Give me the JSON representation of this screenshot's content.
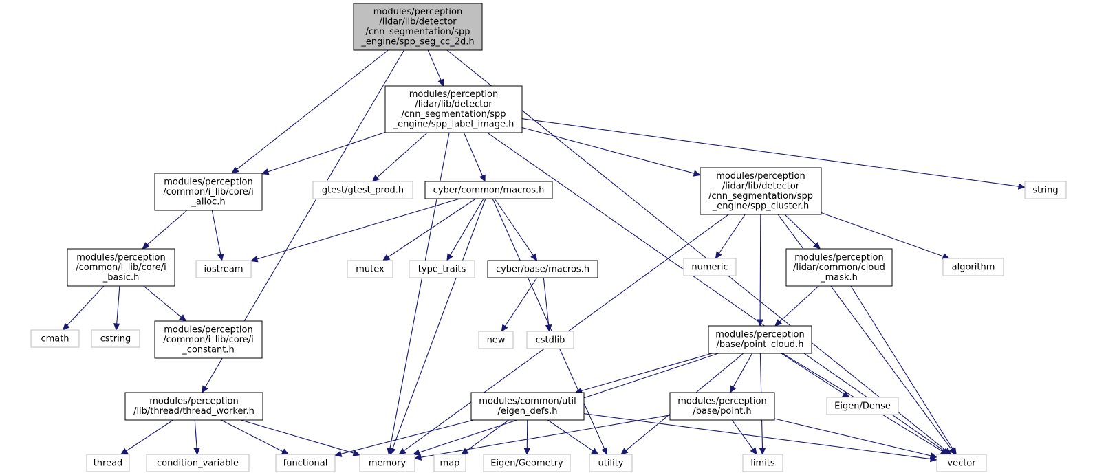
{
  "nodes": {
    "spp_seg_cc_2d": {
      "lines": [
        "modules/perception",
        "/lidar/lib/detector",
        "/cnn_segmentation/spp",
        "_engine/spp_seg_cc_2d.h"
      ],
      "root": true
    },
    "spp_label_image": {
      "lines": [
        "modules/perception",
        "/lidar/lib/detector",
        "/cnn_segmentation/spp",
        "_engine/spp_label_image.h"
      ]
    },
    "i_alloc": {
      "lines": [
        "modules/perception",
        "/common/i_lib/core/i",
        "_alloc.h"
      ]
    },
    "gtest_prod": {
      "lines": [
        "gtest/gtest_prod.h"
      ],
      "ext": true
    },
    "cyber_common_macros": {
      "lines": [
        "cyber/common/macros.h"
      ]
    },
    "spp_cluster": {
      "lines": [
        "modules/perception",
        "/lidar/lib/detector",
        "/cnn_segmentation/spp",
        "_engine/spp_cluster.h"
      ]
    },
    "string": {
      "lines": [
        "string"
      ],
      "ext": true
    },
    "i_basic": {
      "lines": [
        "modules/perception",
        "/common/i_lib/core/i",
        "_basic.h"
      ]
    },
    "iostream": {
      "lines": [
        "iostream"
      ],
      "ext": true
    },
    "mutex": {
      "lines": [
        "mutex"
      ],
      "ext": true
    },
    "type_traits": {
      "lines": [
        "type_traits"
      ],
      "ext": true
    },
    "cyber_base_macros": {
      "lines": [
        "cyber/base/macros.h"
      ]
    },
    "numeric": {
      "lines": [
        "numeric"
      ],
      "ext": true
    },
    "cloud_mask": {
      "lines": [
        "modules/perception",
        "/lidar/common/cloud",
        "_mask.h"
      ]
    },
    "algorithm": {
      "lines": [
        "algorithm"
      ],
      "ext": true
    },
    "cmath": {
      "lines": [
        "cmath"
      ],
      "ext": true
    },
    "cstring": {
      "lines": [
        "cstring"
      ],
      "ext": true
    },
    "i_constant": {
      "lines": [
        "modules/perception",
        "/common/i_lib/core/i",
        "_constant.h"
      ]
    },
    "new": {
      "lines": [
        "new"
      ],
      "ext": true
    },
    "cstdlib": {
      "lines": [
        "cstdlib"
      ],
      "ext": true
    },
    "point_cloud": {
      "lines": [
        "modules/perception",
        "/base/point_cloud.h"
      ]
    },
    "thread_worker": {
      "lines": [
        "modules/perception",
        "/lib/thread/thread_worker.h"
      ]
    },
    "eigen_defs": {
      "lines": [
        "modules/common/util",
        "/eigen_defs.h"
      ]
    },
    "point": {
      "lines": [
        "modules/perception",
        "/base/point.h"
      ]
    },
    "eigen_dense": {
      "lines": [
        "Eigen/Dense"
      ],
      "ext": true
    },
    "thread": {
      "lines": [
        "thread"
      ],
      "ext": true
    },
    "condition_variable": {
      "lines": [
        "condition_variable"
      ],
      "ext": true
    },
    "functional": {
      "lines": [
        "functional"
      ],
      "ext": true
    },
    "memory": {
      "lines": [
        "memory"
      ],
      "ext": true
    },
    "map": {
      "lines": [
        "map"
      ],
      "ext": true
    },
    "eigen_geometry": {
      "lines": [
        "Eigen/Geometry"
      ],
      "ext": true
    },
    "utility": {
      "lines": [
        "utility"
      ],
      "ext": true
    },
    "limits": {
      "lines": [
        "limits"
      ],
      "ext": true
    },
    "vector": {
      "lines": [
        "vector"
      ],
      "ext": true
    }
  },
  "edges": [
    [
      "spp_seg_cc_2d",
      "spp_label_image"
    ],
    [
      "spp_seg_cc_2d",
      "i_alloc"
    ],
    [
      "spp_seg_cc_2d",
      "thread_worker"
    ],
    [
      "spp_seg_cc_2d",
      "vector"
    ],
    [
      "spp_label_image",
      "i_alloc"
    ],
    [
      "spp_label_image",
      "gtest_prod"
    ],
    [
      "spp_label_image",
      "cyber_common_macros"
    ],
    [
      "spp_label_image",
      "spp_cluster"
    ],
    [
      "spp_label_image",
      "memory"
    ],
    [
      "spp_label_image",
      "string"
    ],
    [
      "spp_label_image",
      "vector"
    ],
    [
      "i_alloc",
      "i_basic"
    ],
    [
      "i_alloc",
      "iostream"
    ],
    [
      "i_basic",
      "cmath"
    ],
    [
      "i_basic",
      "cstring"
    ],
    [
      "i_basic",
      "i_constant"
    ],
    [
      "cyber_common_macros",
      "iostream"
    ],
    [
      "cyber_common_macros",
      "memory"
    ],
    [
      "cyber_common_macros",
      "mutex"
    ],
    [
      "cyber_common_macros",
      "type_traits"
    ],
    [
      "cyber_common_macros",
      "cyber_base_macros"
    ],
    [
      "cyber_common_macros",
      "utility"
    ],
    [
      "cyber_base_macros",
      "new"
    ],
    [
      "cyber_base_macros",
      "cstdlib"
    ],
    [
      "spp_cluster",
      "memory"
    ],
    [
      "spp_cluster",
      "numeric"
    ],
    [
      "spp_cluster",
      "point_cloud"
    ],
    [
      "spp_cluster",
      "cloud_mask"
    ],
    [
      "spp_cluster",
      "algorithm"
    ],
    [
      "spp_cluster",
      "vector"
    ],
    [
      "cloud_mask",
      "point_cloud"
    ],
    [
      "cloud_mask",
      "vector"
    ],
    [
      "point_cloud",
      "memory"
    ],
    [
      "point_cloud",
      "eigen_defs"
    ],
    [
      "point_cloud",
      "utility"
    ],
    [
      "point_cloud",
      "point"
    ],
    [
      "point_cloud",
      "limits"
    ],
    [
      "point_cloud",
      "eigen_dense"
    ],
    [
      "point_cloud",
      "vector"
    ],
    [
      "point",
      "memory"
    ],
    [
      "point",
      "limits"
    ],
    [
      "point",
      "vector"
    ],
    [
      "eigen_defs",
      "functional"
    ],
    [
      "eigen_defs",
      "map"
    ],
    [
      "eigen_defs",
      "eigen_geometry"
    ],
    [
      "eigen_defs",
      "utility"
    ],
    [
      "eigen_defs",
      "vector"
    ],
    [
      "thread_worker",
      "thread"
    ],
    [
      "thread_worker",
      "condition_variable"
    ],
    [
      "thread_worker",
      "functional"
    ],
    [
      "thread_worker",
      "memory"
    ]
  ]
}
